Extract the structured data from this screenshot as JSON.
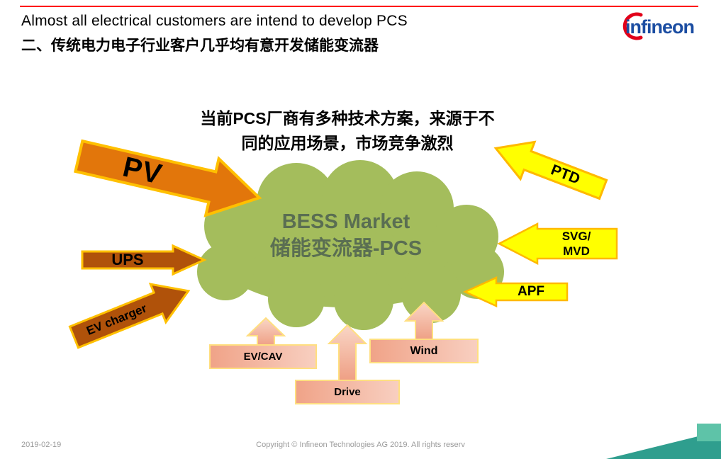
{
  "header": {
    "title_en": "Almost all electrical customers are intend to develop  PCS",
    "title_cn": "二、传统电力电子行业客户几乎均有意开发储能变流器",
    "logo_text": "infineon"
  },
  "intro": {
    "line1": "当前PCS厂商有多种技术方案，来源于不",
    "line2": "同的应用场景，市场竞争激烈"
  },
  "cloud": {
    "line1": "BESS Market",
    "line2": "储能变流器-PCS"
  },
  "arrows": {
    "pv": "PV",
    "ups": "UPS",
    "ev_charger": "EV charger",
    "ptd": "PTD",
    "svg_mvd_line1": "SVG/",
    "svg_mvd_line2": "MVD",
    "apf": "APF",
    "ev_cav": "EV/CAV",
    "drive": "Drive",
    "wind": "Wind"
  },
  "footer": {
    "date": "2019-02-19",
    "copyright": "Copyright © Infineon Technologies AG 2019. All rights  reserv"
  },
  "colors": {
    "accent_red": "#e2001a",
    "logo_blue": "#1b4da2",
    "cloud_green": "#a4bd5c",
    "cloud_text_green": "#5a6e52",
    "orange_bright": "#e2760b",
    "orange_dark": "#b0520a",
    "yellow": "#ffff00",
    "gold_border": "#ffc000",
    "salmon": "#f0a388",
    "pale_border": "#ffdf80",
    "footer_teal": "#2f9e8e"
  }
}
